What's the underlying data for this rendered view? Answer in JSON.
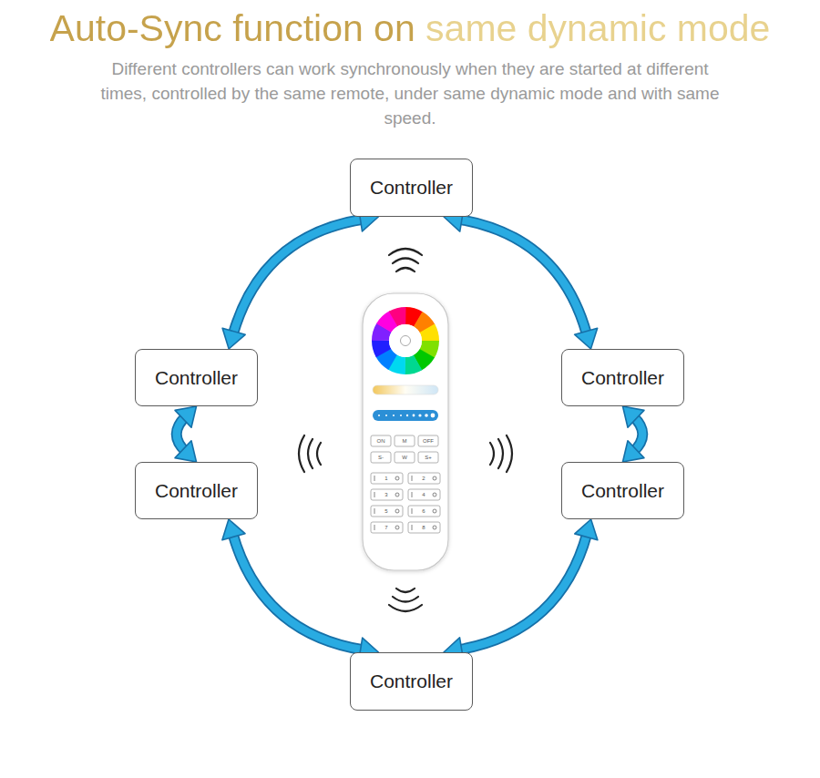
{
  "diagram": {
    "title": "Auto-Sync function on same dynamic mode",
    "caption": "Different controllers can work synchronously when they are started at different times, controlled by the same remote, under same dynamic mode and with same speed.",
    "nodes": [
      {
        "text": [
          "Controller"
        ]
      },
      {
        "text": [
          "Controller"
        ]
      },
      {
        "text": [
          "Controller"
        ]
      },
      {
        "text": [
          "Controller"
        ]
      },
      {
        "text": [
          "Controller"
        ]
      },
      {
        "text": [
          "Controller"
        ]
      }
    ],
    "edges": [
      {
        "from": 0,
        "to": 1,
        "arrow": "both"
      },
      {
        "from": 0,
        "to": 2,
        "arrow": "both"
      },
      {
        "from": 1,
        "to": 3,
        "arrow": "both"
      },
      {
        "from": 2,
        "to": 4,
        "arrow": "both"
      },
      {
        "from": 3,
        "to": 5,
        "arrow": "both"
      },
      {
        "from": 4,
        "to": 5,
        "arrow": "both"
      }
    ],
    "labels": [
      "ON",
      "M",
      "OFF",
      "S-",
      "W",
      "S+",
      "1",
      "2",
      "3",
      "4",
      "5",
      "6",
      "7",
      "8"
    ]
  }
}
